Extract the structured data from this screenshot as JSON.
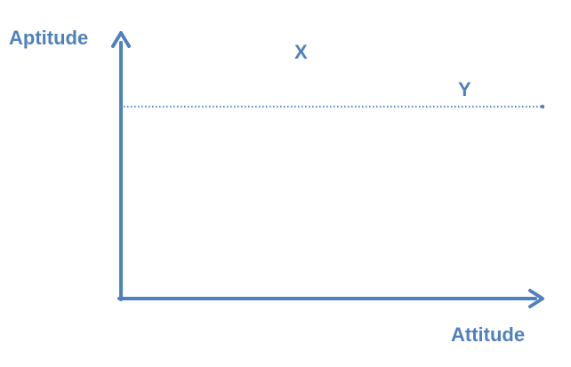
{
  "diagram": {
    "y_axis_label": "Aptitude",
    "x_axis_label": "Attitude",
    "point_x_label": "X",
    "point_y_label": "Y",
    "accent_color": "#4f81bd",
    "reference_line_style": "dotted"
  }
}
